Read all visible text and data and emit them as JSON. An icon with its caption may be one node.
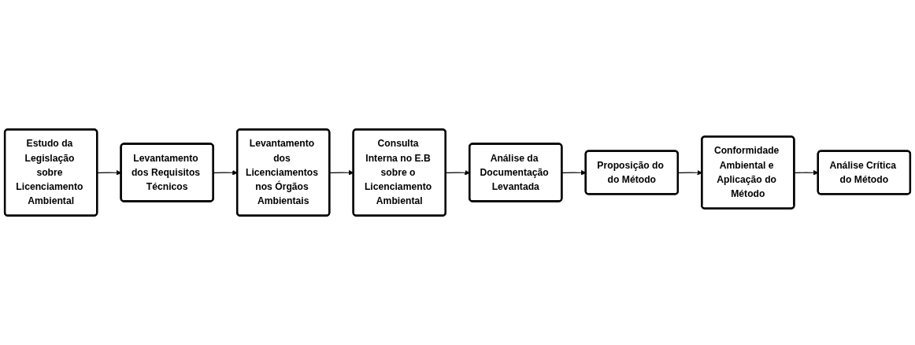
{
  "diagram": {
    "nodes": [
      {
        "text": [
          "Estudo da Legislação sobre Licenciamento Ambiental"
        ]
      },
      {
        "text": [
          "Levantamento dos Requisitos Técnicos"
        ]
      },
      {
        "text": [
          "Levantamento dos Licenciamentos nos Órgãos Ambientais"
        ]
      },
      {
        "text": [
          "Consulta Interna no E.B sobre o Licenciamento Ambiental"
        ]
      },
      {
        "text": [
          "Análise da Documentação Levantada"
        ]
      },
      {
        "text": [
          "Proposição do do Método"
        ]
      },
      {
        "text": [
          "Conformidade Ambiental e Aplicação do Método"
        ]
      },
      {
        "text": [
          "Análise Crítica do Método"
        ]
      }
    ],
    "edges": [
      {
        "from": 0,
        "to": 1,
        "arrow": "to"
      },
      {
        "from": 1,
        "to": 2,
        "arrow": "to"
      },
      {
        "from": 2,
        "to": 3,
        "arrow": "to"
      },
      {
        "from": 3,
        "to": 4,
        "arrow": "to"
      },
      {
        "from": 4,
        "to": 5,
        "arrow": "to"
      },
      {
        "from": 5,
        "to": 6,
        "arrow": "to"
      },
      {
        "from": 6,
        "to": 7,
        "arrow": "to"
      }
    ]
  }
}
